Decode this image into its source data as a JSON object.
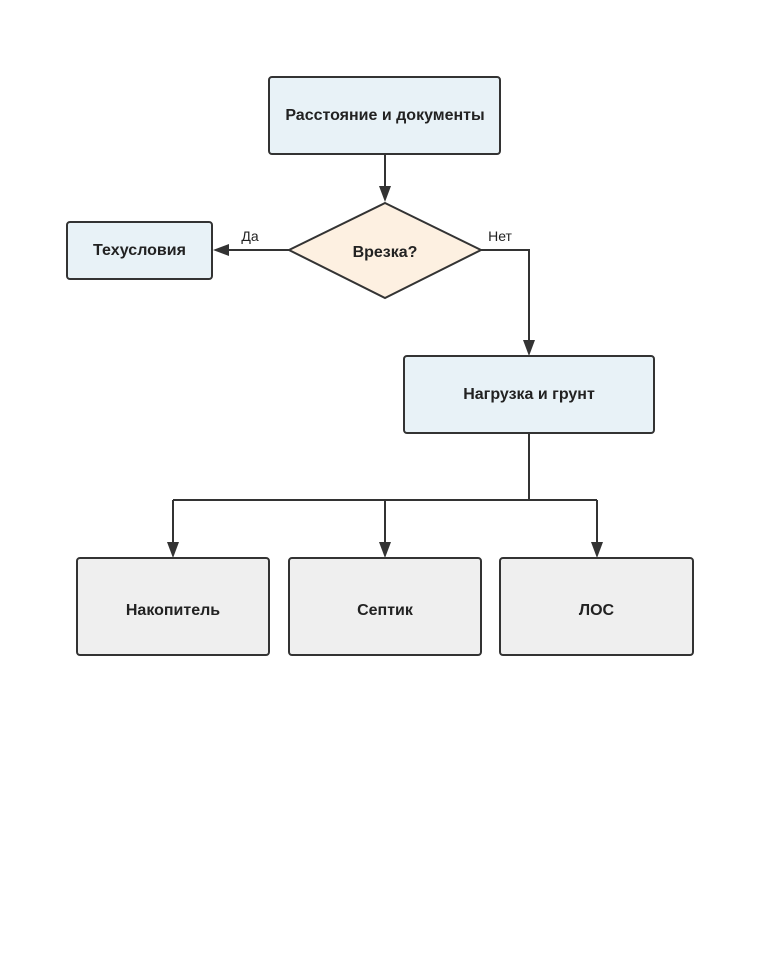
{
  "colors": {
    "process_fill": "#e8f2f7",
    "decision_fill": "#fdf0e1",
    "outcome_fill": "#efefef",
    "stroke": "#333333",
    "text": "#222222"
  },
  "nodes": {
    "start": {
      "label": "Расстояние и документы"
    },
    "decision": {
      "label": "Врезка?"
    },
    "yes_target": {
      "label": "Техусловия"
    },
    "load": {
      "label": "Нагрузка и грунт"
    },
    "option_storage": {
      "label": "Накопитель"
    },
    "option_septic": {
      "label": "Септик"
    },
    "option_los": {
      "label": "ЛОС"
    }
  },
  "edges": {
    "yes_label": "Да",
    "no_label": "Нет"
  }
}
